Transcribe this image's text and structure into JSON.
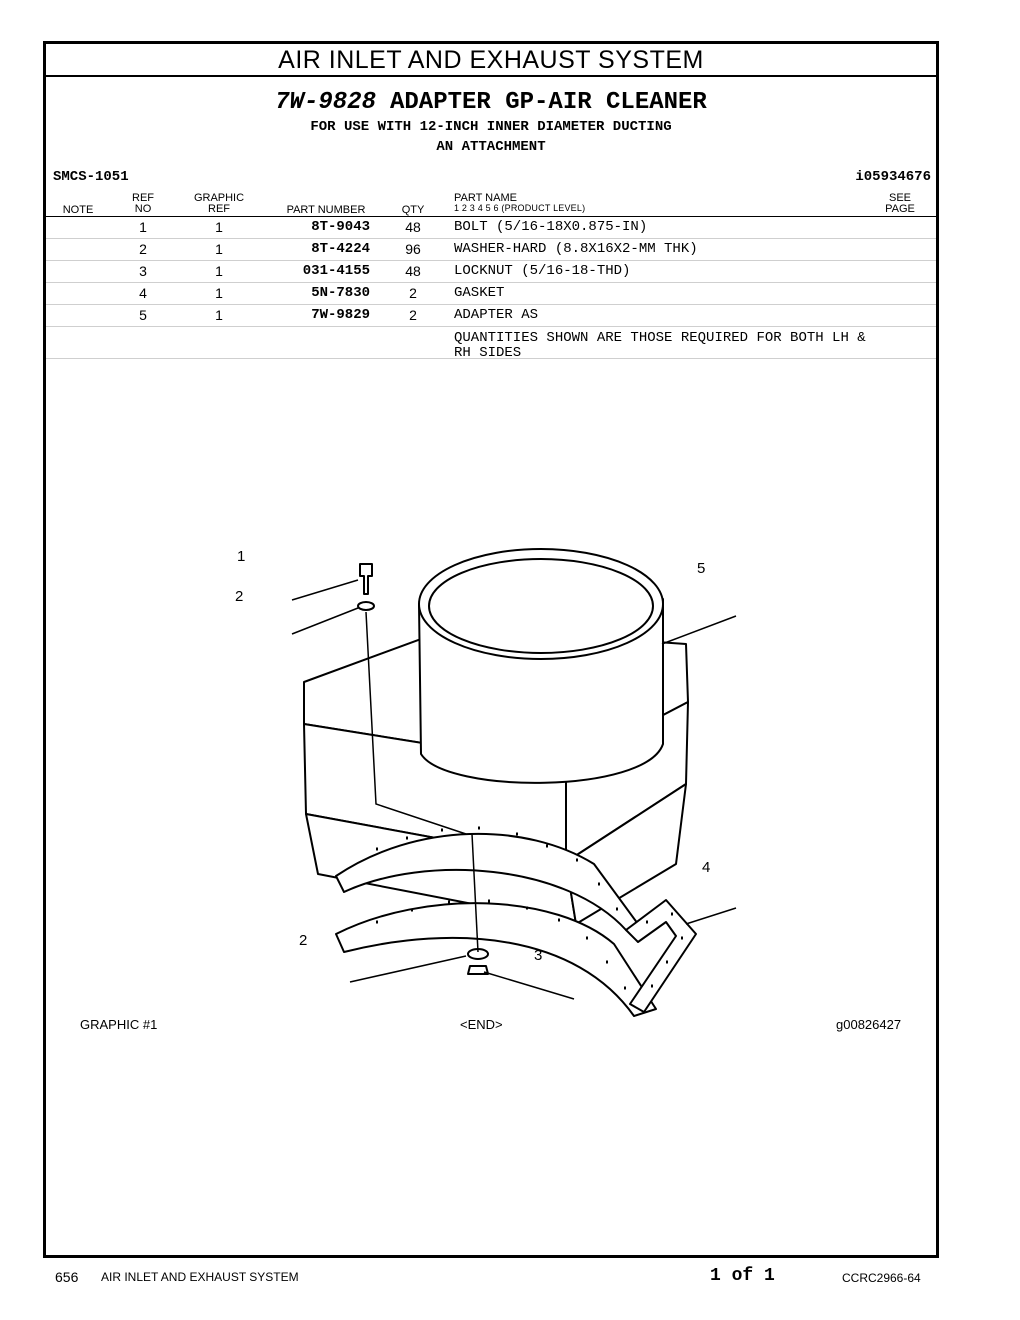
{
  "header": {
    "section_title": "AIR INLET AND EXHAUST SYSTEM",
    "part_number": "7W-9828",
    "part_title": "ADAPTER GP-AIR CLEANER",
    "subtitle_1": "FOR USE WITH 12-INCH INNER DIAMETER DUCTING",
    "subtitle_2": "AN ATTACHMENT",
    "smcs": "SMCS-1051",
    "ident": "i05934676"
  },
  "columns": {
    "note": "NOTE",
    "ref_1": "REF",
    "ref_2": "NO",
    "graphic_1": "GRAPHIC",
    "graphic_2": "REF",
    "part_number": "PART NUMBER",
    "qty": "QTY",
    "part_name": "PART NAME",
    "product_level": "1   2   3   4   5   6   (PRODUCT LEVEL)",
    "see_1": "SEE",
    "see_2": "PAGE"
  },
  "parts": [
    {
      "ref": "1",
      "graphic": "1",
      "part_number": "8T-9043",
      "qty": "48",
      "name": "BOLT (5/16-18X0.875-IN)"
    },
    {
      "ref": "2",
      "graphic": "1",
      "part_number": "8T-4224",
      "qty": "96",
      "name": "WASHER-HARD (8.8X16X2-MM THK)"
    },
    {
      "ref": "3",
      "graphic": "1",
      "part_number": "031-4155",
      "qty": "48",
      "name": "LOCKNUT (5/16-18-THD)"
    },
    {
      "ref": "4",
      "graphic": "1",
      "part_number": "5N-7830",
      "qty": "2",
      "name": "GASKET"
    },
    {
      "ref": "5",
      "graphic": "1",
      "part_number": "7W-9829",
      "qty": "2",
      "name": "ADAPTER AS"
    }
  ],
  "note_text": "QUANTITIES SHOWN ARE THOSE REQUIRED FOR BOTH LH & RH SIDES",
  "callouts": {
    "c1": "1",
    "c2a": "2",
    "c5": "5",
    "c4": "4",
    "c2b": "2",
    "c3": "3"
  },
  "graphic_footer": {
    "label": "GRAPHIC #1",
    "end": "<END>",
    "image_id": "g00826427"
  },
  "page_footer": {
    "page_number": "656",
    "section": "AIR INLET AND EXHAUST SYSTEM",
    "page_of": "1 of 1",
    "doc_code": "CCRC2966-64"
  }
}
